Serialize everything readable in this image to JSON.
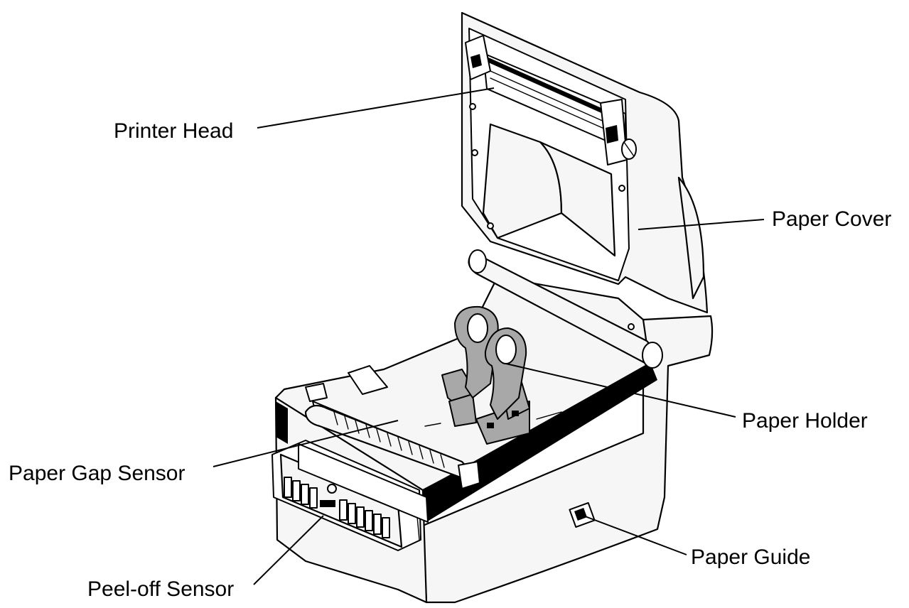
{
  "labels": {
    "printer_head": "Printer Head",
    "paper_cover": "Paper Cover",
    "paper_holder": "Paper Holder",
    "paper_gap_sensor": "Paper Gap Sensor",
    "paper_guide": "Paper Guide",
    "peel_off_sensor": "Peel-off Sensor"
  }
}
